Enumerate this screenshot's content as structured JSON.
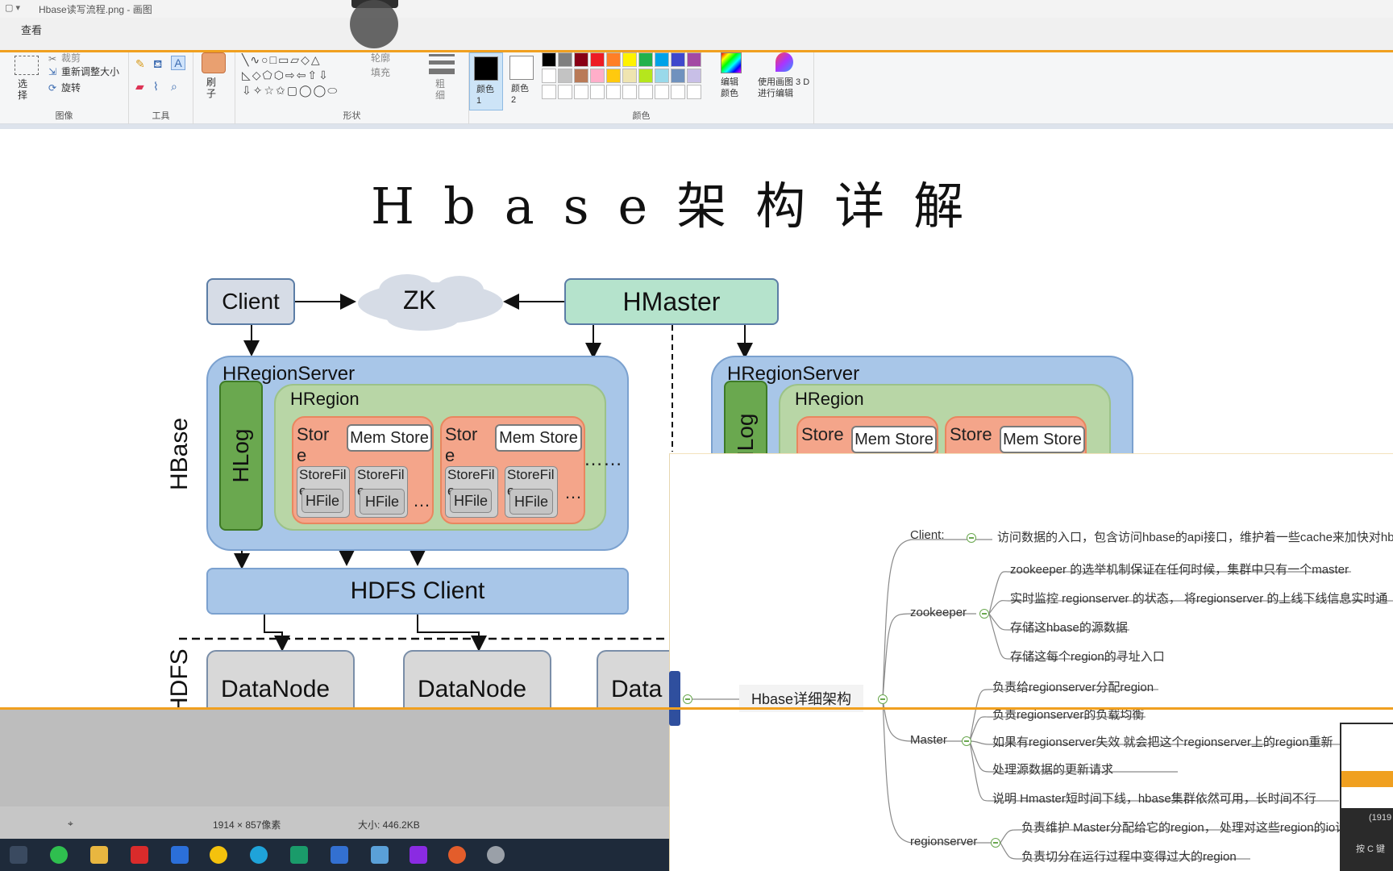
{
  "window": {
    "title": "Hbase读写流程.png - 画图"
  },
  "menu": {
    "view": "查看"
  },
  "ribbon": {
    "image_group": {
      "label": "图像",
      "select": "选择",
      "crop": "裁剪",
      "resize": "重新调整大小",
      "rotate": "旋转"
    },
    "tools_group": {
      "label": "工具"
    },
    "brush": {
      "label": "刷子"
    },
    "shapes_group": {
      "label": "形状",
      "outline": "轮廓",
      "fill": "填充"
    },
    "size": {
      "label": "粗细"
    },
    "color1": {
      "label": "颜色 1",
      "value": "#000000"
    },
    "color2": {
      "label": "颜色 2",
      "value": "#ffffff"
    },
    "colors_group": {
      "label": "颜色"
    },
    "edit_colors": {
      "label": "编辑颜色"
    },
    "paint3d": {
      "label": "使用画图 3 D 进行编辑"
    },
    "palette": [
      "#000000",
      "#7f7f7f",
      "#880015",
      "#ed1c24",
      "#ff7f27",
      "#fff200",
      "#22b14c",
      "#00a2e8",
      "#3f48cc",
      "#a349a4",
      "#ffffff",
      "#c3c3c3",
      "#b97a57",
      "#ffaec9",
      "#ffc90e",
      "#efe4b0",
      "#b5e61d",
      "#99d9ea",
      "#7092be",
      "#c8bfe7"
    ]
  },
  "diagram": {
    "title": "Hbase架构详解",
    "client": "Client",
    "zk": "ZK",
    "hmaster": "HMaster",
    "hbase_label": "HBase",
    "hdfs_label": "HDFS",
    "hregionserver": "HRegionServer",
    "hregion": "HRegion",
    "hlog": "HLog",
    "store": "Store",
    "memstore": "Mem Store",
    "storefile": "StoreFile",
    "hfile": "HFile",
    "hdfs_client": "HDFS Client",
    "datanode": "DataNode",
    "datanode_partial": "Data",
    "ellipsis": "……",
    "ellipsis_short": "…"
  },
  "mindmap": {
    "root": "Hbase详细架构",
    "client": {
      "label": "Client:",
      "items": [
        "访问数据的入口，包含访问hbase的api接口，维护着一些cache来加快对hb"
      ]
    },
    "zookeeper": {
      "label": "zookeeper",
      "items": [
        "zookeeper 的选举机制保证在任何时候，集群中只有一个master",
        "实时监控 regionserver 的状态， 将regionserver 的上线下线信息实时通",
        "存储这hbase的源数据",
        "存储这每个region的寻址入口"
      ]
    },
    "master": {
      "label": "Master",
      "items": [
        "负责给regionserver分配region",
        "负责regionserver的负载均衡",
        "如果有regionserver失效 就会把这个regionserver上的region重新",
        "处理源数据的更新请求",
        "说明   Hmaster短时间下线，hbase集群依然可用，长时间不行"
      ]
    },
    "regionserver": {
      "label": "regionserver",
      "items": [
        "负责维护 Master分配给它的region， 处理对这些region的io请求",
        "负责切分在运行过程中变得过大的region"
      ]
    }
  },
  "statusbar": {
    "dimensions": "1914 × 857像素",
    "size": "大小: 446.2KB"
  },
  "corner": {
    "coords": "(1919",
    "hint": "按 C 键"
  }
}
